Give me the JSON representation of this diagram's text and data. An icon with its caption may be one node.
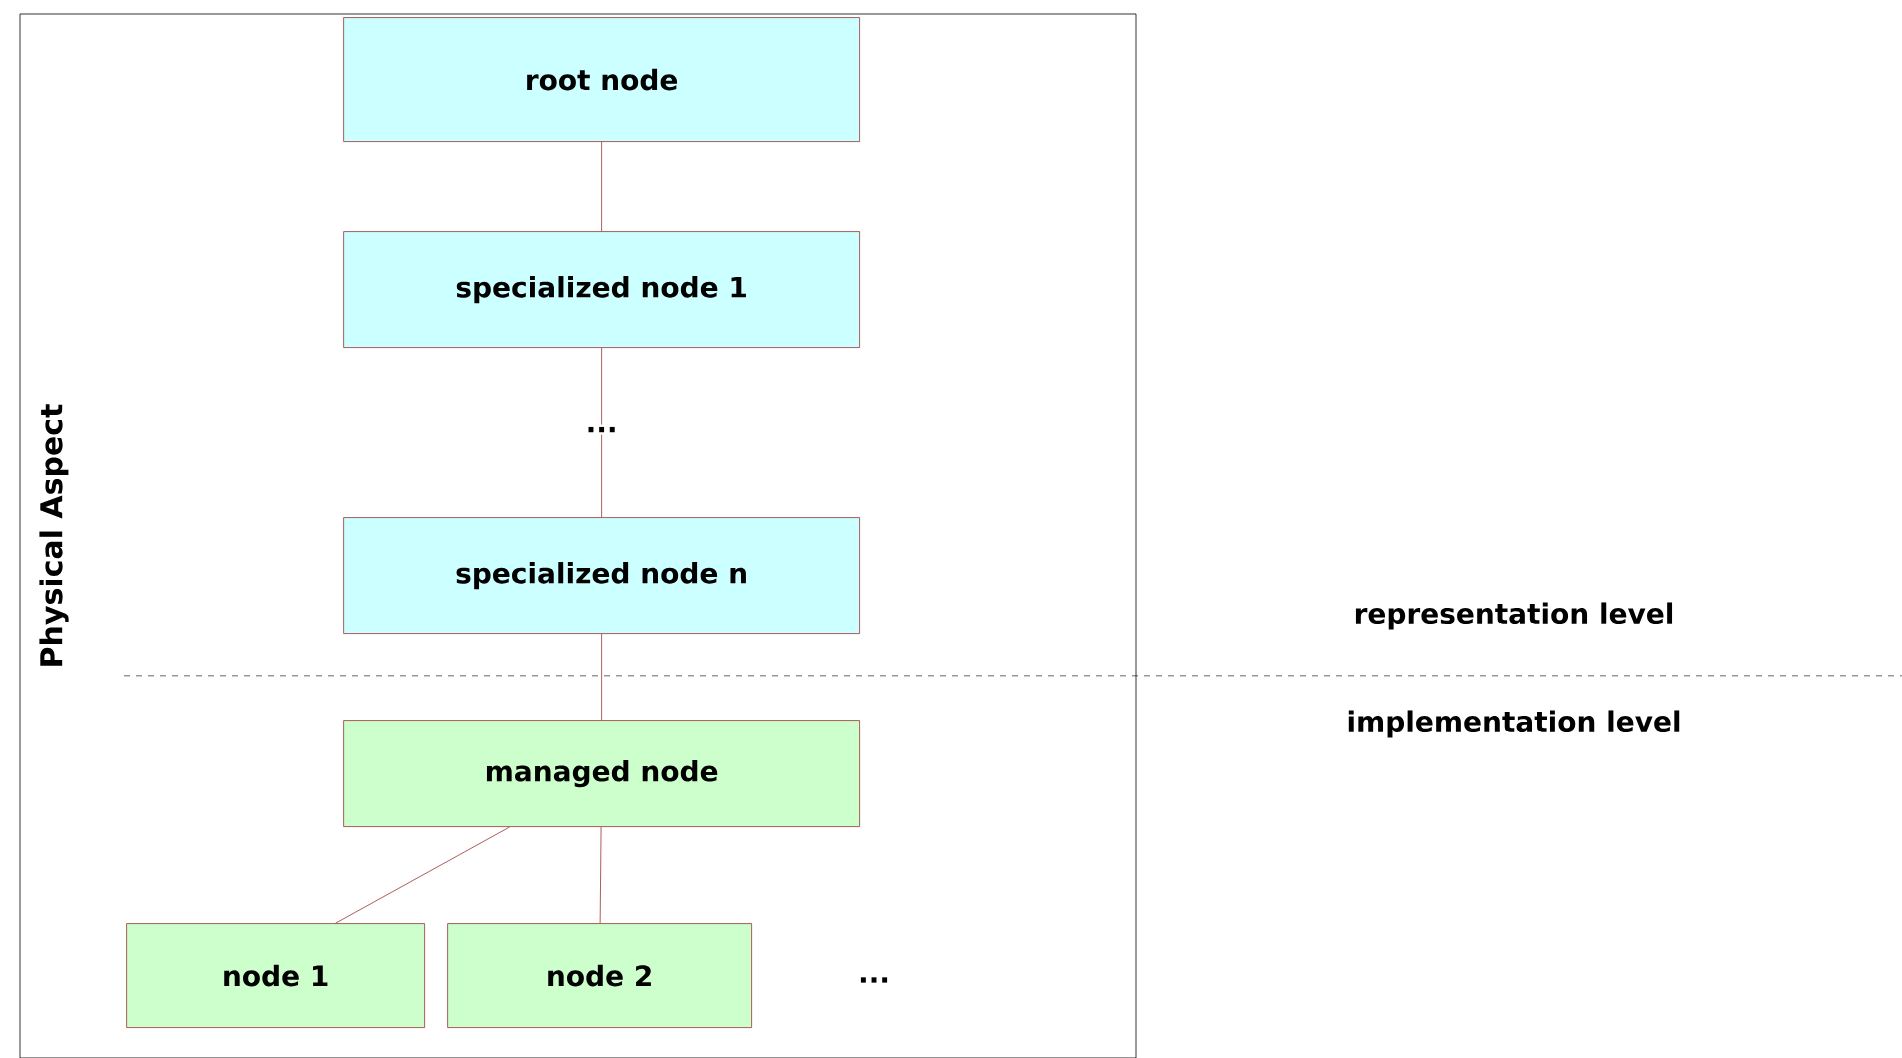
{
  "diagram": {
    "nodes": [
      {
        "text": [
          "Physical Aspect"
        ]
      },
      {
        "text": [
          "root node"
        ],
        "in": 0
      },
      {
        "text": [
          "specialized node 1"
        ],
        "in": 0
      },
      {
        "text": [
          "..."
        ],
        "in": 0
      },
      {
        "text": [
          "specialized node n"
        ],
        "in": 0
      },
      {
        "text": [
          "managed node"
        ],
        "in": 0
      },
      {
        "text": [
          "node 1"
        ],
        "in": 0
      },
      {
        "text": [
          "node 2"
        ],
        "in": 0
      }
    ],
    "edges": [
      {
        "from": 1,
        "to": 2,
        "arrow": "none"
      },
      {
        "from": 2,
        "to": 3,
        "arrow": "none"
      },
      {
        "from": 3,
        "to": 4,
        "arrow": "none"
      },
      {
        "from": 4,
        "to": 5,
        "arrow": "none"
      },
      {
        "from": 5,
        "to": 6,
        "arrow": "none"
      },
      {
        "from": 5,
        "to": 7,
        "arrow": "none"
      }
    ],
    "labels": [
      "...",
      "representation level",
      "implementation level"
    ]
  }
}
